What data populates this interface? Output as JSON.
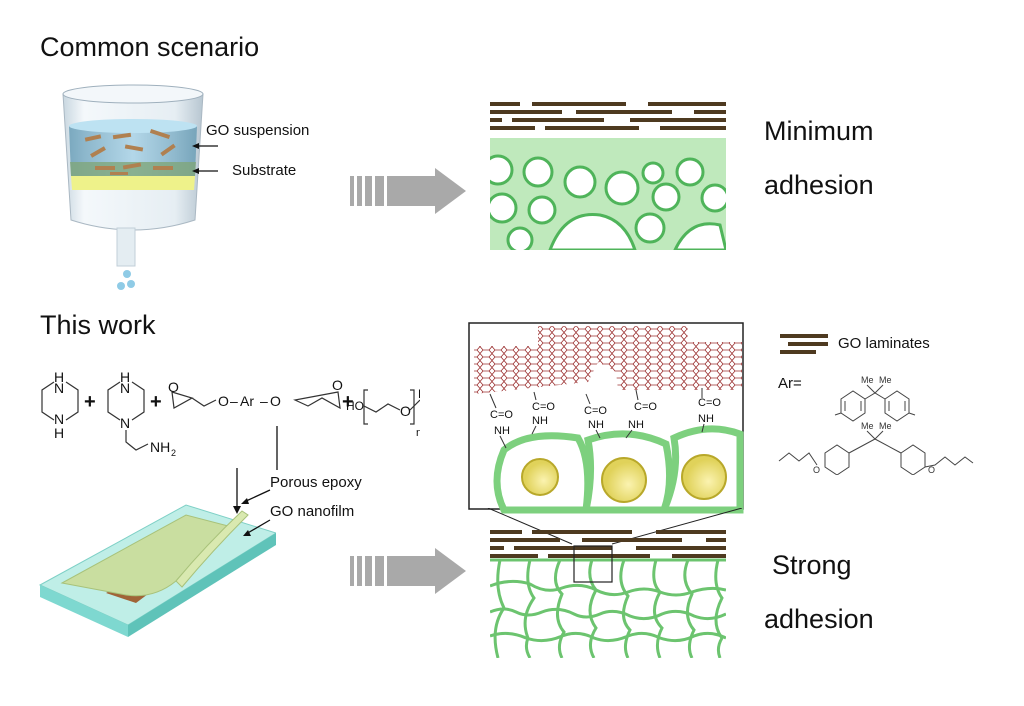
{
  "sections": {
    "common": {
      "title": "Common scenario",
      "labels": {
        "go_suspension": "GO suspension",
        "substrate": "Substrate"
      },
      "result": {
        "line1": "Minimum",
        "line2": "adhesion"
      }
    },
    "this_work": {
      "title": "This work",
      "labels": {
        "porous_epoxy": "Porous epoxy",
        "go_nanofilm": "GO nanofilm"
      },
      "result": {
        "line1": "Strong",
        "line2": "adhesion"
      }
    }
  },
  "chemistry": {
    "reactant1": {
      "top": "H",
      "mid1": "N",
      "mid2": "N",
      "bottom": "H"
    },
    "reactant2": {
      "top": "H",
      "n1": "N",
      "n2": "N",
      "amine": "NH",
      "amine_sub": "2"
    },
    "epoxy_chain": {
      "o1": "O",
      "ar": "Ar",
      "o2": "O",
      "ep_o": "O"
    },
    "peg": {
      "ho": "HO",
      "o": "O",
      "h": "H",
      "n": "n"
    },
    "plus": "+"
  },
  "inset": {
    "linkages": [
      {
        "co": "C=O",
        "nh": "NH"
      },
      {
        "co": "C=O",
        "nh": "NH"
      },
      {
        "co": "C=O",
        "nh": "NH"
      },
      {
        "co": "C=O",
        "nh": "NH"
      },
      {
        "co": "C=O",
        "nh": "NH"
      }
    ]
  },
  "legend": {
    "laminates_label": "GO laminates",
    "ar_label": "Ar=",
    "me": "Me",
    "o": "O"
  },
  "colors": {
    "laminate": "#4e3a20",
    "epoxy_green": "#8fd68f",
    "epoxy_light": "#d8f3d6",
    "arrow_gray": "#a9a9a9",
    "nucleus_yellow": "#e8dc6a",
    "graphene_red": "#9b3030",
    "glass_teal": "#7ed8d0"
  }
}
